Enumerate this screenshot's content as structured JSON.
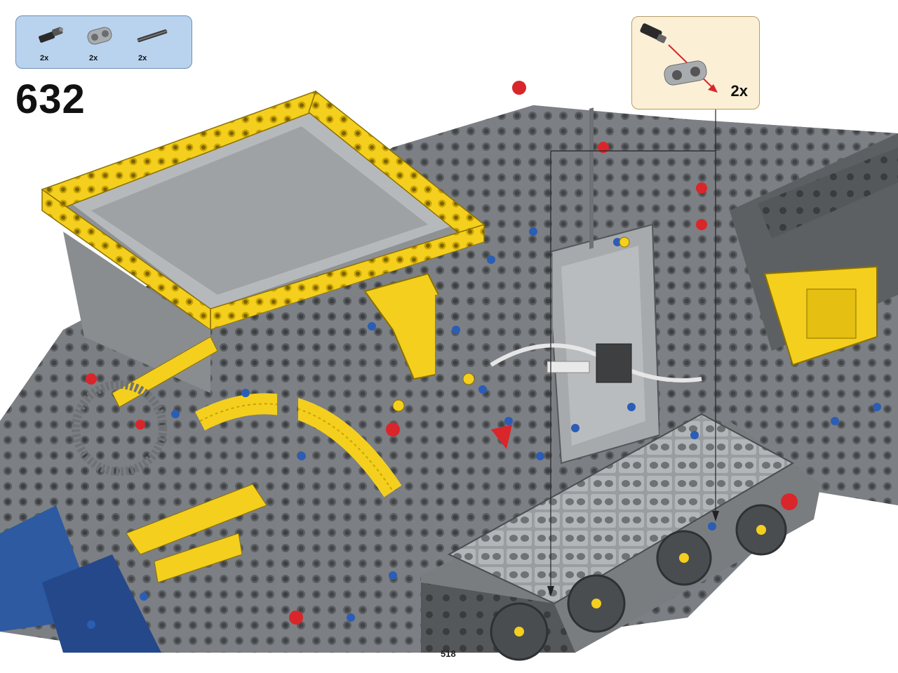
{
  "step": {
    "number": "632"
  },
  "parts_list": [
    {
      "name": "connector-pin-icon",
      "quantity": "2x"
    },
    {
      "name": "angle-connector-icon",
      "quantity": "2x"
    },
    {
      "name": "axle-icon",
      "quantity": "2x"
    }
  ],
  "callout": {
    "quantity": "2x"
  },
  "page": {
    "number": "518"
  },
  "colors": {
    "parts_bg": "#b9d3ef",
    "callout_bg": "#fbf0d6",
    "lego_yellow": "#f5cf1e",
    "lego_gray": "#8a8d90",
    "arrow_red": "#d9262b"
  }
}
